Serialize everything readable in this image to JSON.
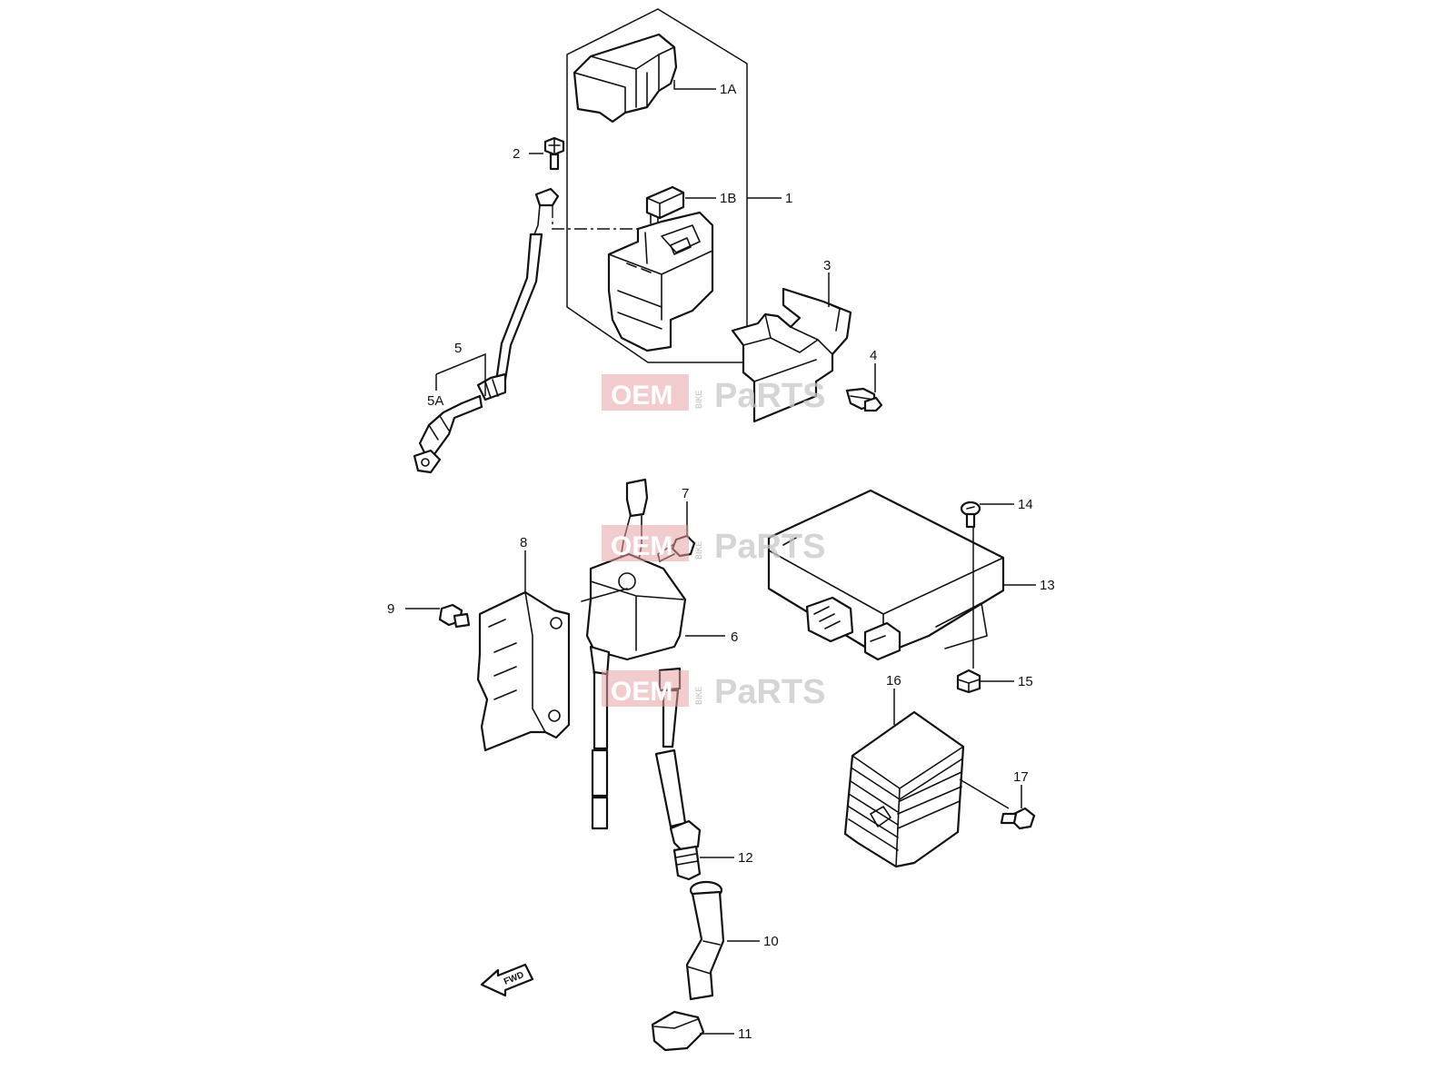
{
  "callouts": [
    {
      "id": "1A",
      "text": "1A"
    },
    {
      "id": "1B",
      "text": "1B"
    },
    {
      "id": "1",
      "text": "1"
    },
    {
      "id": "2",
      "text": "2"
    },
    {
      "id": "3",
      "text": "3"
    },
    {
      "id": "4",
      "text": "4"
    },
    {
      "id": "5",
      "text": "5"
    },
    {
      "id": "5A",
      "text": "5A"
    },
    {
      "id": "6",
      "text": "6"
    },
    {
      "id": "7",
      "text": "7"
    },
    {
      "id": "8",
      "text": "8"
    },
    {
      "id": "9",
      "text": "9"
    },
    {
      "id": "10",
      "text": "10"
    },
    {
      "id": "11",
      "text": "11"
    },
    {
      "id": "12",
      "text": "12"
    },
    {
      "id": "13",
      "text": "13"
    },
    {
      "id": "14",
      "text": "14"
    },
    {
      "id": "15",
      "text": "15"
    },
    {
      "id": "16",
      "text": "16"
    },
    {
      "id": "17",
      "text": "17"
    }
  ],
  "fwd_label": "FWD",
  "watermark": {
    "box_text": "OEM",
    "side_text": "BIKE",
    "tail_text": "PaRTS"
  },
  "colors": {
    "line": "#111111",
    "watermark": "#e8a3a3"
  }
}
